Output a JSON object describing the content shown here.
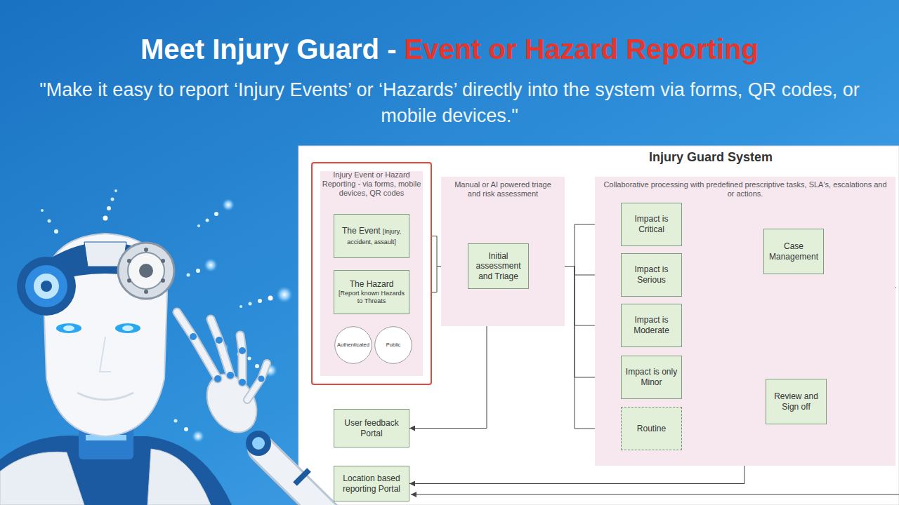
{
  "diagram": {
    "title": "Meet Injury Guard -",
    "caption": "\"Make it easy to report ‘Injury Events’ or ‘Hazards’ directly into the system via forms, QR codes, or mobile devices.\"",
    "nodes": [
      {
        "text": [
          "Injury Event or Hazard Reporting - via forms, mobile devices, QR codes"
        ]
      },
      {
        "text": [
          "The Event",
          "[Injury, accident, assault]"
        ],
        "in": 0
      },
      {
        "text": [
          "The Hazard",
          "[Report known Hazards to Threats"
        ],
        "in": 0
      },
      {
        "text": [
          "Authenticated"
        ],
        "in": 0
      },
      {
        "text": [
          "Public"
        ],
        "in": 0
      },
      {
        "text": [
          "Manual or AI powered triage and risk assessment"
        ]
      },
      {
        "text": [
          "Initial assessment and Triage"
        ],
        "in": 5
      },
      {
        "text": [
          "Collaborative processing with predefined prescriptive tasks, SLA's, escalations and or actions."
        ]
      },
      {
        "text": [
          "Impact is Critical"
        ],
        "in": 7
      },
      {
        "text": [
          "Impact is Serious"
        ],
        "in": 7
      },
      {
        "text": [
          "Impact is Moderate"
        ],
        "in": 7
      },
      {
        "text": [
          "Impact is only Minor"
        ],
        "in": 7
      },
      {
        "text": [
          "Routine"
        ],
        "in": 7
      },
      {
        "text": [
          "Case Management"
        ],
        "in": 7
      },
      {
        "text": [
          "Review and Sign off"
        ],
        "in": 7
      },
      {
        "text": [
          "User feedback Portal"
        ]
      },
      {
        "text": [
          "Location based reporting Portal"
        ]
      }
    ],
    "edges": [
      {
        "from": 1,
        "to": 6,
        "arrow": "to"
      },
      {
        "from": 2,
        "to": 6,
        "arrow": "to"
      },
      {
        "from": 6,
        "to": 8,
        "arrow": "to"
      },
      {
        "from": 6,
        "to": 9,
        "arrow": "to"
      },
      {
        "from": 6,
        "to": 10,
        "arrow": "to"
      },
      {
        "from": 6,
        "to": 11,
        "arrow": "to"
      },
      {
        "from": 6,
        "to": 12,
        "arrow": "to"
      },
      {
        "from": 8,
        "to": 13,
        "arrow": "to"
      },
      {
        "from": 9,
        "to": 13,
        "arrow": "to"
      },
      {
        "from": 10,
        "to": 13,
        "arrow": "to"
      },
      {
        "from": 11,
        "to": 14,
        "arrow": "to"
      },
      {
        "from": 12,
        "to": 14,
        "arrow": "to"
      },
      {
        "from": 5,
        "to": 15,
        "arrow": "to"
      },
      {
        "from": 7,
        "to": 16,
        "arrow": "to"
      }
    ],
    "labels": [
      "Event or Hazard Reporting",
      "Injury Guard System"
    ]
  }
}
